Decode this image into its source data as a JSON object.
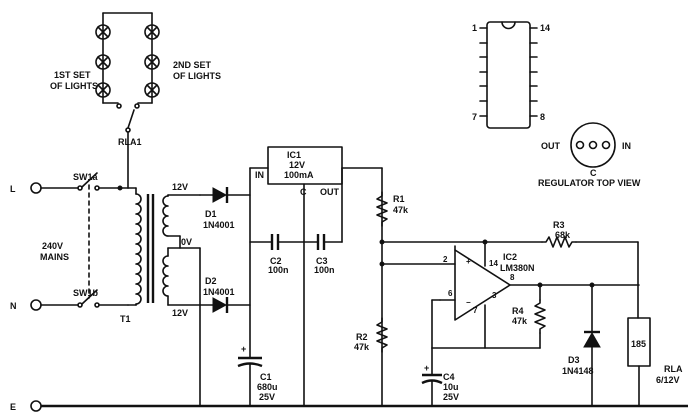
{
  "labels": {
    "lights_set1_l1": "1ST SET",
    "lights_set1_l2": "OF LIGHTS",
    "lights_set2_l1": "2ND SET",
    "lights_set2_l2": "OF LIGHTS",
    "rla1": "RLA1",
    "sw1a": "SW1a",
    "sw1b": "SW1b",
    "mains_l1": "240V",
    "mains_l2": "MAINS",
    "line_L": "L",
    "line_N": "N",
    "line_E": "E",
    "t1": "T1",
    "v12_top": "12V",
    "v0": "0V",
    "v12_bot": "12V",
    "d1_name": "D1",
    "d1_part": "1N4001",
    "d2_name": "D2",
    "d2_part": "1N4001",
    "ic1_name": "IC1",
    "ic1_v": "12V",
    "ic1_i": "100mA",
    "ic1_in": "IN",
    "ic1_c": "C",
    "ic1_out": "OUT",
    "c1_name": "C1",
    "c1_val": "680u",
    "c1_v": "25V",
    "c2_name": "C2",
    "c2_val": "100n",
    "c3_name": "C3",
    "c3_val": "100n",
    "r1_name": "R1",
    "r1_val": "47k",
    "r2_name": "R2",
    "r2_val": "47k",
    "r3_name": "R3",
    "r3_val": "68k",
    "r4_name": "R4",
    "r4_val": "47k",
    "ic2_name": "IC2",
    "ic2_part": "LM380N",
    "pin2": "2",
    "pin14": "14",
    "pin8": "8",
    "pin6": "6",
    "pin3": "3",
    "pin7": "7",
    "c4_name": "C4",
    "c4_val": "10u",
    "c4_v": "25V",
    "d3_name": "D3",
    "d3_part": "1N4148",
    "rla_coil": "185",
    "rla_name": "RLA",
    "rla_v": "6/12V",
    "chip_pin1": "1",
    "chip_pin14": "14",
    "chip_pin7": "7",
    "chip_pin8": "8",
    "reg_out": "OUT",
    "reg_c": "C",
    "reg_in": "IN",
    "reg_caption": "REGULATOR TOP VIEW",
    "plus": "+"
  }
}
